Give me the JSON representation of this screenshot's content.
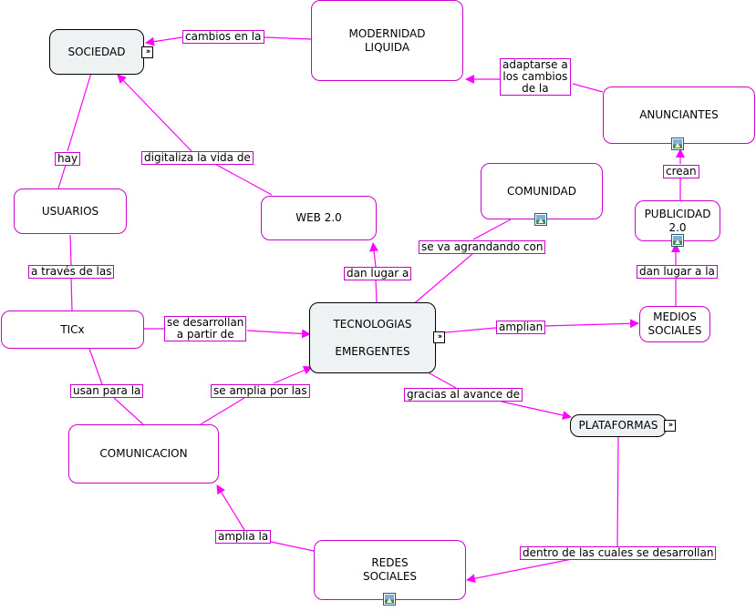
{
  "colors": {
    "line": "#ff00ff",
    "border": "#cc00cc",
    "focus_fill": "#eef2f3"
  },
  "nodes": {
    "sociedad": "SOCIEDAD",
    "modernidad": "MODERNIDAD\nLIQUIDA",
    "anunciantes": "ANUNCIANTES",
    "usuarios": "USUARIOS",
    "web20": "WEB 2.0",
    "comunidad": "COMUNIDAD",
    "publicidad": "PUBLICIDAD\n2.0",
    "ticx": "TICx",
    "tecnologias": "TECNOLOGIAS\n\nEMERGENTES",
    "medios": "MEDIOS\nSOCIALES",
    "plataformas": "PLATAFORMAS",
    "comunicacion": "COMUNICACION",
    "redes": "REDES\nSOCIALES"
  },
  "links": {
    "cambios": "cambios en la ",
    "adaptarse": "adaptarse a\nlos cambios\nde la",
    "hay": "hay",
    "digitaliza": "digitaliza la vida de",
    "crean": "crean",
    "agrandando": "se va agrandando con",
    "dan_lugar_a": "dan lugar a",
    "dan_lugar_a_la": "dan lugar a la",
    "traves": "a través de las",
    "desarrollan": "se desarrollan\na partir de",
    "amplian": "amplian",
    "usan": "usan para la ",
    "amplia_por": "se amplia por las",
    "gracias": "gracias al avance de ",
    "amplia_la": "amplia la",
    "dentro": "dentro de las cuales se desarrollan"
  },
  "icons": {
    "expand": "expand-arrows-icon",
    "image": "image-resource-icon"
  }
}
